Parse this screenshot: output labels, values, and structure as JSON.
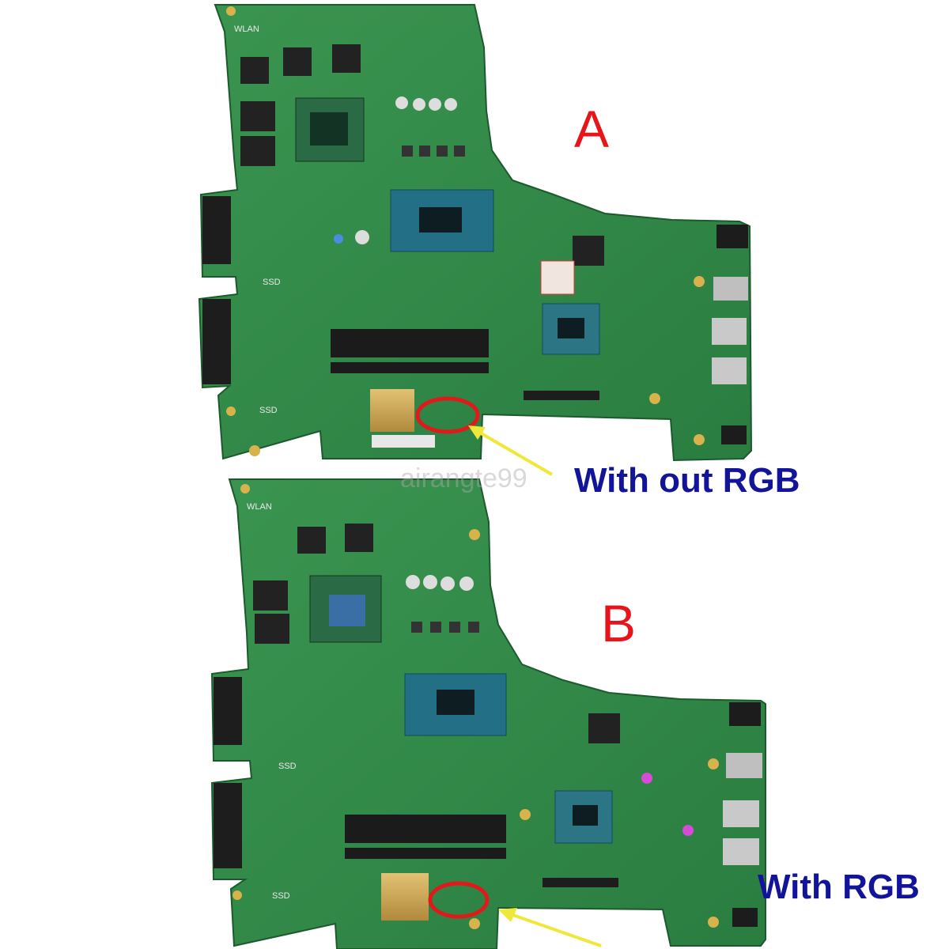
{
  "labels": {
    "board_a_letter": "A",
    "board_b_letter": "B",
    "board_a_callout": "With out RGB",
    "board_b_callout": "With RGB",
    "watermark": "airangte99",
    "silkscreen_wlan": "WLAN",
    "silkscreen_ssd": "SSD"
  },
  "colors": {
    "pcb": "#2f8a48",
    "pcb_dark": "#1f6a35",
    "letter": "#e8141a",
    "callout": "#12149a",
    "marker_circle": "#e01a1a",
    "arrow": "#f0e838",
    "gold": "#c8a24a"
  },
  "icons": {
    "marker": "red-circle-marker",
    "pointer": "yellow-arrow"
  }
}
